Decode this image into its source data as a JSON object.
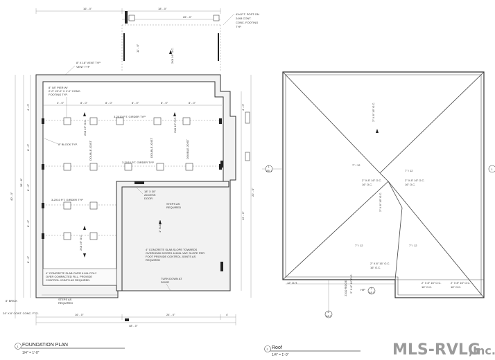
{
  "foundation": {
    "dims": {
      "top_overall": "18' - 0\"",
      "top_left_seg": "16' - 0\"",
      "top_right_seg": "26' - 0\"",
      "bottom_left": "16' - 0\"",
      "bottom_mid": "24' - 0\"",
      "bottom_right": "4'",
      "bottom_overall": "48' - 0\"",
      "left_overall": "40' - 0\"",
      "left_inner": "38' - 8\"",
      "right_overall": "40' - 0\"",
      "right_seg_a": "4' - 0\"",
      "right_seg_b": "12' - 0\"",
      "right_seg_c": "22' - 0\"",
      "porch_dim": "11' - 0\"",
      "girder_spacing": "8' - 0\""
    },
    "notes": {
      "post": "4X4 P.T. POST ON 24X8 CONT. CONC. FOOTING TYP.",
      "vent": "8\" X 16\" VENT TYP",
      "pier": "8\" X8\" PIER W/ 2'-0\" X2'-0\" X 1'-0\" CONC. FOOTING TYP.",
      "girder_top": "3-2X10 P.T. GIRDER TYP",
      "girder_mid": "3-2X10 P.T. GIRDER TYP",
      "girder_left": "3-2X10 P.T. GIRDER TYP",
      "block": "8\" BLOCK TYP.",
      "double_joist_1": "DOUBLE JOIST",
      "double_joist_2": "DOUBLE JOIST",
      "double_joist_3": "DOUBLE JOIST",
      "joist_a": "2X8 16\" O.C.",
      "joist_b": "2X8 16\" O.C.",
      "joist_c": "2X8 16\" O.C.",
      "access_door": "18\" X 30\" ACCESS DOOR",
      "steps_right": "STEPS AS REQUIRED",
      "slope": "1\" SLOPE",
      "garage_slab": "4\" CONCRETE SLAB SLOPE TOWARDS OVERHEAD DOORS & 6MIL VAP. SLOPE PER FOOT PROVIDE CONTROL JOINTS AS REQUIRED",
      "porch_slab": "4\" CONCRETE SLAB OVER 6 MIL POLY OVER COMPACTED FILL. PROVIDE CONTROL JOINTS AS REQUIRED.",
      "turn_down": "TURN DOWN AT DOOR",
      "steps_left": "STEPS AS REQUIRED",
      "brick": "8\" BRICK",
      "footing": "24\" X 8\" CONT. CONC. FTG."
    },
    "title": "FOUNDATION PLAN",
    "scale": "1/4\" = 1'-0\"",
    "number": "1"
  },
  "roof": {
    "notes": {
      "rafter_1": "2\" X 8\" 16\" O.C.",
      "rafter_2": "2\" X 8\" 16\" O.C.",
      "rafter_3": "2\" X 8\" 16\" O.C.",
      "rafter_4": "2\" X 8\" 16\" O.C.",
      "rafter_5": "2\" X 8\" 16\" O.C.",
      "rafter_6": "2\" X 8\" 16\" O.C.",
      "rafter_7": "2\" X 8\" 16\" O.C.",
      "rafter_8": "2\" X 8\" 16\" O.C.",
      "pitch_1": "7\" / 12",
      "pitch_2": "7\" / 12",
      "pitch_3": "7\" / 12",
      "pitch_4": "7\" / 12",
      "ridge_low": "2X10 RIDGE",
      "overhang": "12\" O.H.",
      "hip": "HIP"
    },
    "markers": {
      "left": "1",
      "left_sub": "A5.1",
      "mid": "3",
      "mid_sub": "A5.0",
      "bottom": "2",
      "bottom_sub": "A5.0",
      "right": "1"
    },
    "title": "Roof",
    "scale": "1/4\" = 1'-0\"",
    "number": "2"
  },
  "watermark": {
    "brand": "MLS-RVLG",
    "suffix": ",Inc."
  }
}
